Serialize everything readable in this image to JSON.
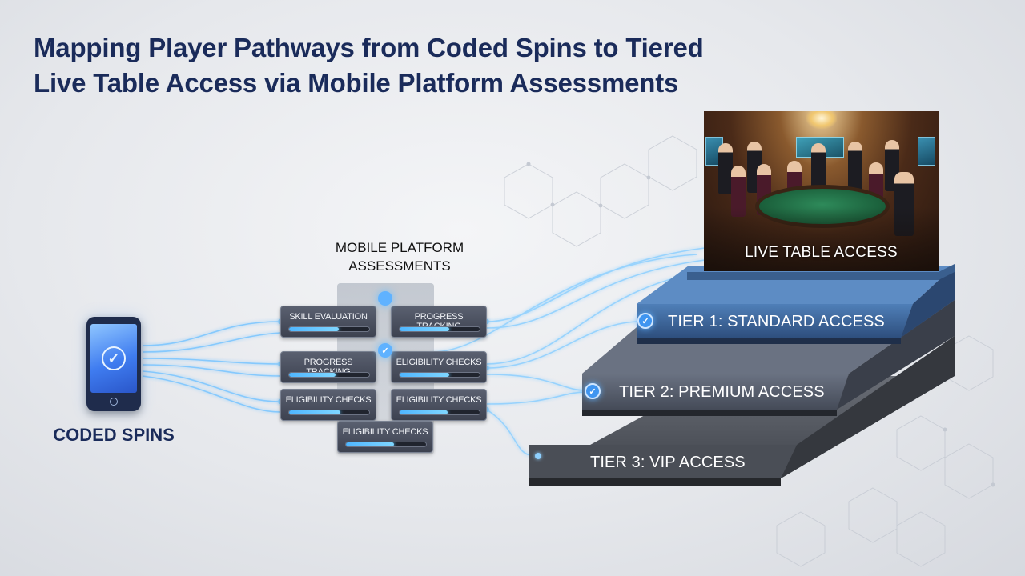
{
  "title": {
    "line1": "Mapping Player Pathways from Coded Spins to Tiered",
    "line2": "Live Table Access via Mobile Platform Assessments"
  },
  "source": {
    "label": "CODED SPINS",
    "icon": "smartphone-check-icon"
  },
  "assessments": {
    "heading_line1": "MOBILE PLATFORM",
    "heading_line2": "ASSESSMENTS",
    "cards": [
      {
        "label": "SKILL EVALUATION",
        "progress": 0.62
      },
      {
        "label": "PROGRESS TRACKING",
        "progress": 0.62
      },
      {
        "label": "PROGRESS TRACKING",
        "progress": 0.58
      },
      {
        "label": "ELIGIBILITY CHECKS",
        "progress": 0.62
      },
      {
        "label": "ELIGIBILITY CHECKS",
        "progress": 0.64
      },
      {
        "label": "ELIGIBILITY CHECKS",
        "progress": 0.6
      },
      {
        "label": "ELIGIBILITY CHECKS",
        "progress": 0.6
      }
    ]
  },
  "destination": {
    "label": "LIVE TABLE ACCESS"
  },
  "tiers": [
    {
      "label": "TIER 1: STANDARD ACCESS",
      "checked": true
    },
    {
      "label": "TIER 2: PREMIUM ACCESS",
      "checked": true
    },
    {
      "label": "TIER 3: VIP ACCESS",
      "checked": false
    }
  ],
  "colors": {
    "title": "#1a2b5a",
    "tier1": "#3a5f8e",
    "tier2": "#4b5260",
    "tier3": "#4a4e56",
    "glow": "#6ec0ff"
  }
}
